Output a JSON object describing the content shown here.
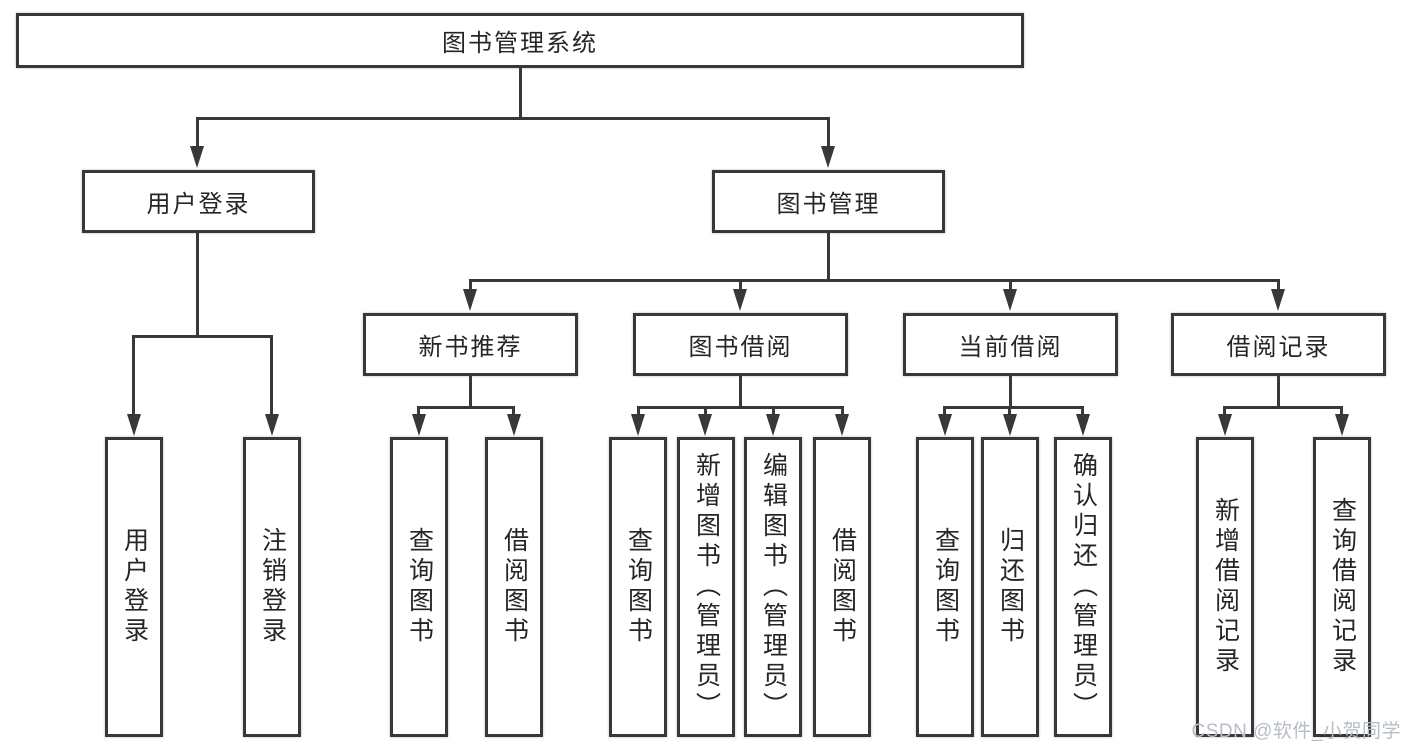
{
  "colors": {
    "line": "#383838",
    "text": "#262626",
    "background": "#ffffff",
    "watermark": "#b7bdc7"
  },
  "tree": {
    "root": "图书管理系统",
    "level2": [
      "用户登录",
      "图书管理"
    ],
    "level3": [
      "新书推荐",
      "图书借阅",
      "当前借阅",
      "借阅记录"
    ],
    "leaves_user_login": [
      "用户登录",
      "注销登录"
    ],
    "leaves_new_book": [
      "查询图书",
      "借阅图书"
    ],
    "leaves_book_borrow": [
      "查询图书",
      "新增图书（管理员）",
      "编辑图书（管理员）",
      "借阅图书"
    ],
    "leaves_current_borrow": [
      "查询图书",
      "归还图书",
      "确认归还（管理员）"
    ],
    "leaves_borrow_records": [
      "新增借阅记录",
      "查询借阅记录"
    ]
  },
  "watermark": "CSDN @软件_小贺同学"
}
